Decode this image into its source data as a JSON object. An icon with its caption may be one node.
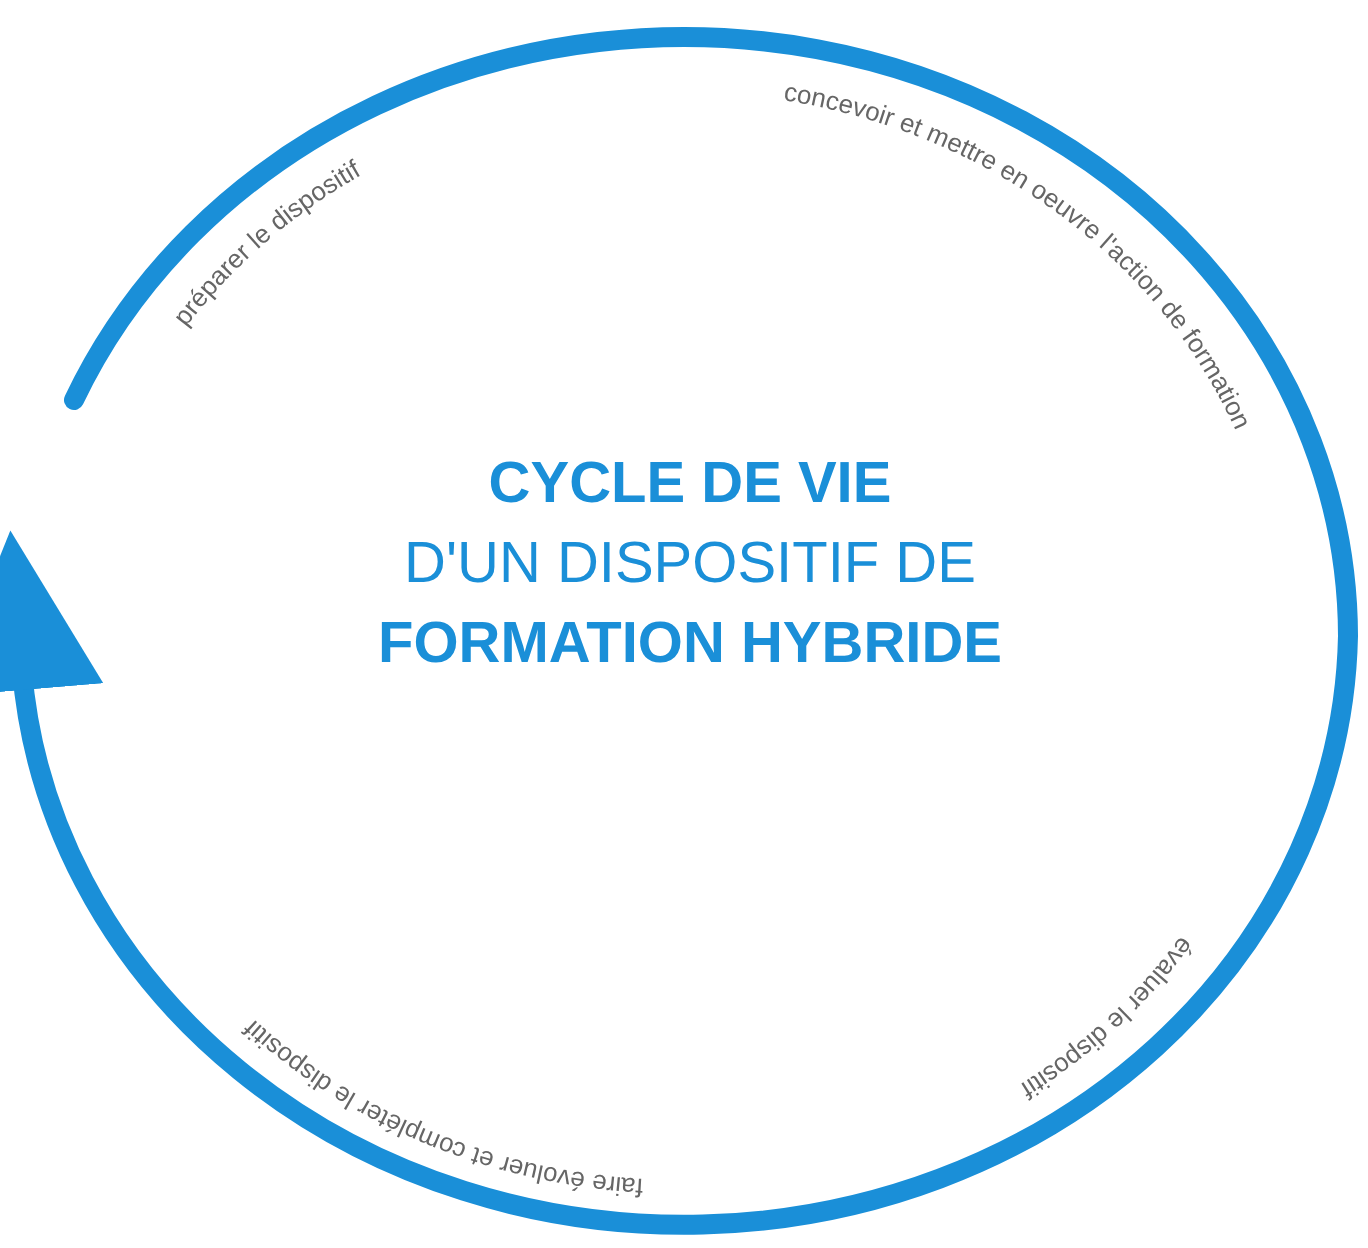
{
  "diagram": {
    "title": "**CYCLE DE VIE** D'UN DISPOSITIF DE **FORMATION HYBRIDE**",
    "labels": [
      "préparer le dispositif",
      "concevoir et mettre en oeuvre l'action de formation",
      "évaluer le dispositif",
      "faire évoluer et compléter le dispositif"
    ]
  }
}
